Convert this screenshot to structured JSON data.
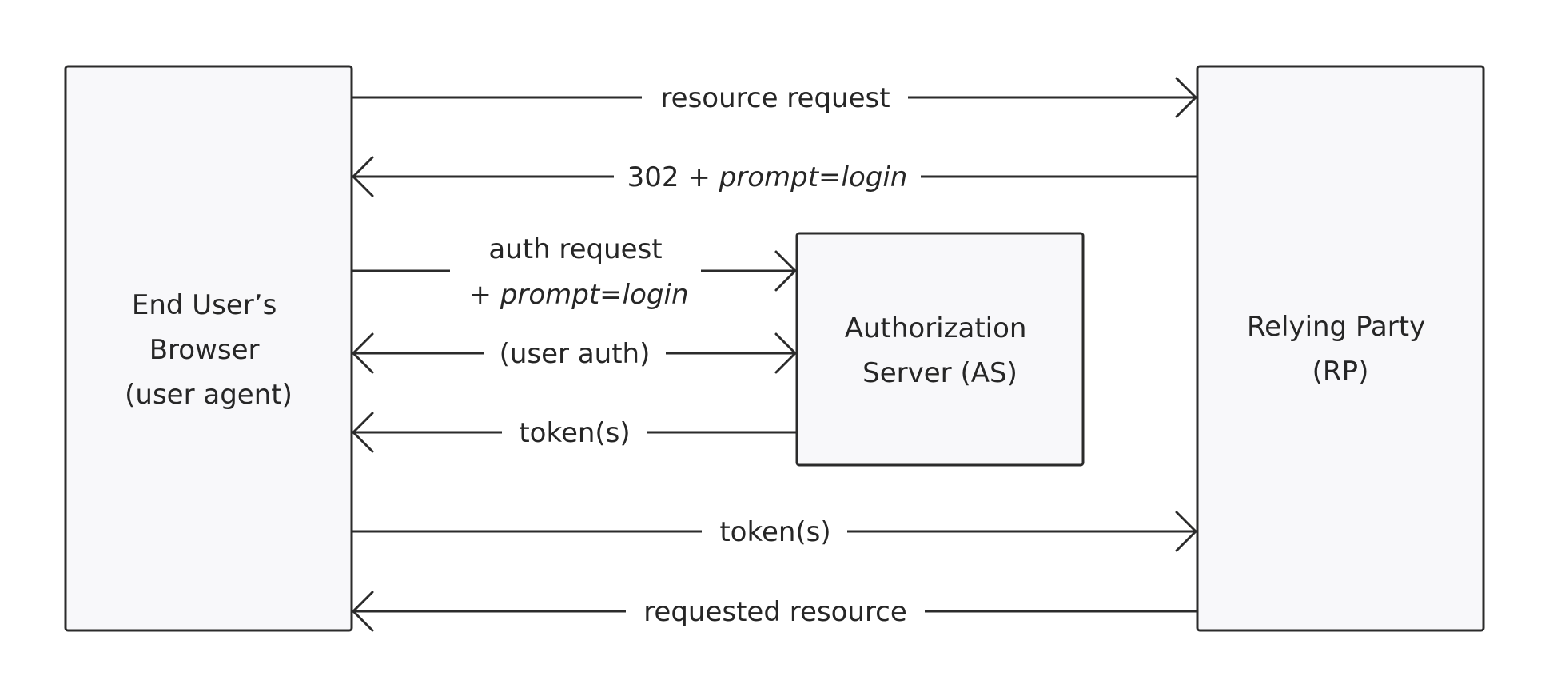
{
  "diagram": {
    "nodes": {
      "browser": {
        "lines": [
          "End User’s",
          "Browser",
          "(user agent)"
        ]
      },
      "as": {
        "lines": [
          "Authorization",
          "Server (AS)"
        ]
      },
      "rp": {
        "lines": [
          "Relying Party",
          "(RP)"
        ]
      }
    },
    "edges": [
      {
        "id": "resource-request",
        "from": "browser",
        "to": "rp",
        "plain": "resource request",
        "italic": ""
      },
      {
        "id": "redirect-302",
        "from": "rp",
        "to": "browser",
        "plain": "302 + ",
        "italic": "prompt=login"
      },
      {
        "id": "auth-request",
        "from": "browser",
        "to": "as",
        "line1": "auth request",
        "plain": "+ ",
        "italic": "prompt=login"
      },
      {
        "id": "user-auth",
        "from": "browser",
        "to": "as",
        "bidirectional": true,
        "plain": "(user auth)",
        "italic": ""
      },
      {
        "id": "token-as",
        "from": "as",
        "to": "browser",
        "plain": "token(s)",
        "italic": ""
      },
      {
        "id": "token-rp",
        "from": "browser",
        "to": "rp",
        "plain": "token(s)",
        "italic": ""
      },
      {
        "id": "requested-resource",
        "from": "rp",
        "to": "browser",
        "plain": "requested resource",
        "italic": ""
      }
    ]
  }
}
